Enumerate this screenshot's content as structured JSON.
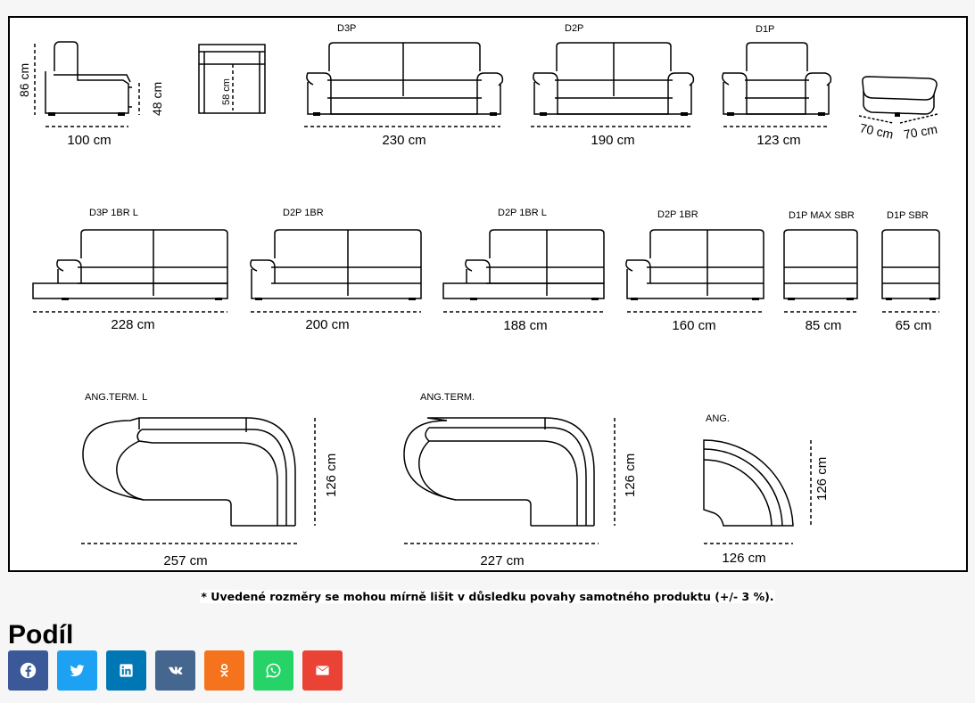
{
  "diagram": {
    "units": "cm",
    "items": [
      {
        "id": "armrest-side",
        "label": "",
        "dims": [
          "86 cm",
          "48 cm",
          "100 cm"
        ]
      },
      {
        "id": "armrest-front",
        "label": "",
        "dims": [
          "58 cm"
        ]
      },
      {
        "id": "d3p",
        "label": "D3P",
        "dims": [
          "230 cm"
        ]
      },
      {
        "id": "d2p",
        "label": "D2P",
        "dims": [
          "190 cm"
        ]
      },
      {
        "id": "d1p",
        "label": "D1P",
        "dims": [
          "123 cm"
        ]
      },
      {
        "id": "pouf",
        "label": "",
        "dims": [
          "70 cm",
          "70 cm"
        ]
      },
      {
        "id": "d3p-1br-l",
        "label": "D3P 1BR L",
        "dims": [
          "228 cm"
        ]
      },
      {
        "id": "d2p-1br-a",
        "label": "D2P 1BR",
        "dims": [
          "200 cm"
        ]
      },
      {
        "id": "d2p-1br-l",
        "label": "D2P 1BR L",
        "dims": [
          "188 cm"
        ]
      },
      {
        "id": "d2p-1br-b",
        "label": "D2P 1BR",
        "dims": [
          "160 cm"
        ]
      },
      {
        "id": "d1p-max-sbr",
        "label": "D1P MAX SBR",
        "dims": [
          "85 cm"
        ]
      },
      {
        "id": "d1p-sbr",
        "label": "D1P SBR",
        "dims": [
          "65 cm"
        ]
      },
      {
        "id": "ang-term-l",
        "label": "ANG.TERM. L",
        "dims": [
          "257 cm",
          "126 cm"
        ]
      },
      {
        "id": "ang-term",
        "label": "ANG.TERM.",
        "dims": [
          "227 cm",
          "126 cm"
        ]
      },
      {
        "id": "ang",
        "label": "ANG.",
        "dims": [
          "126 cm",
          "126 cm"
        ]
      }
    ]
  },
  "note": "* Uvedené rozměry se mohou mírně lišit v důsledku povahy samotného produktu (+/- 3 %).",
  "share": {
    "title": "Podíl",
    "buttons": [
      {
        "name": "facebook",
        "icon": "facebook-icon",
        "color": "#3b5998"
      },
      {
        "name": "twitter",
        "icon": "twitter-icon",
        "color": "#1da1f2"
      },
      {
        "name": "linkedin",
        "icon": "linkedin-icon",
        "color": "#0077b5"
      },
      {
        "name": "vk",
        "icon": "vk-icon",
        "color": "#45668e"
      },
      {
        "name": "odnoklassniki",
        "icon": "odnoklassniki-icon",
        "color": "#f4731c"
      },
      {
        "name": "whatsapp",
        "icon": "whatsapp-icon",
        "color": "#25d366"
      },
      {
        "name": "email",
        "icon": "envelope-icon",
        "color": "#ea4335"
      }
    ]
  }
}
